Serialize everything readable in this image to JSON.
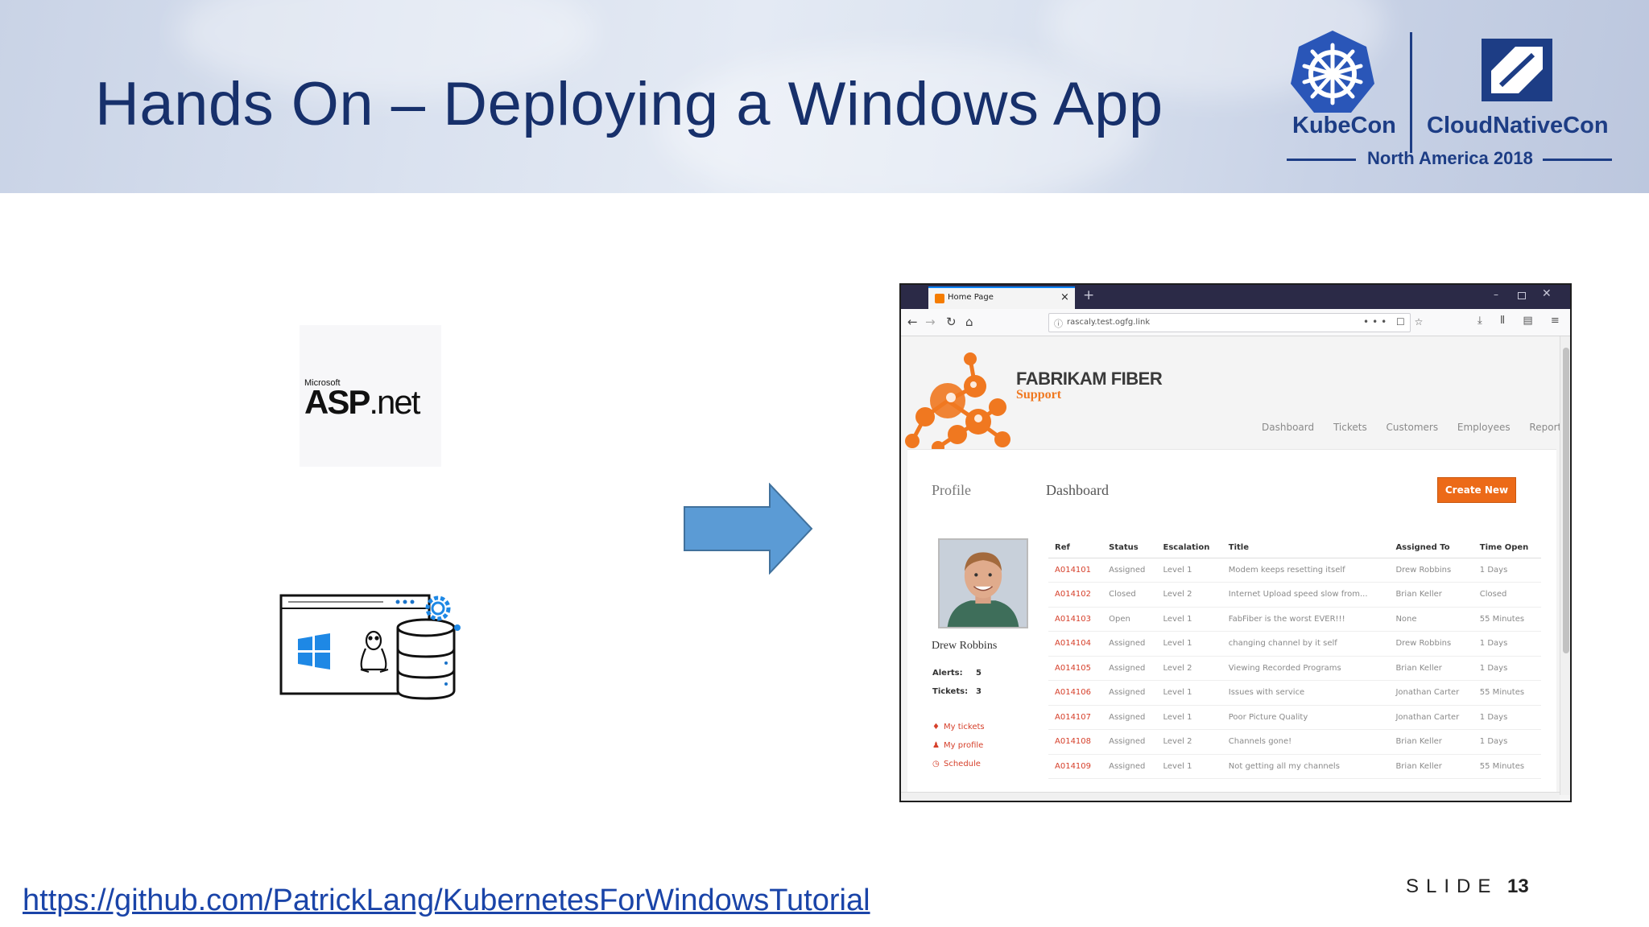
{
  "slide": {
    "title": "Hands On – Deploying a Windows App",
    "footer_link": "https://github.com/PatrickLang/KubernetesForWindowsTutorial",
    "slide_label": "SLIDE",
    "slide_number": "13"
  },
  "branding": {
    "kubecon": "KubeCon",
    "cloudnativecon": "CloudNativeCon",
    "event": "North America 2018",
    "accent_color": "#1d3d85"
  },
  "aspnet": {
    "microsoft": "Microsoft",
    "asp": "ASP",
    "net": ".net"
  },
  "icons": [
    "kubernetes-helm-icon",
    "cncf-icon",
    "windows-icon",
    "linux-tux-icon",
    "database-icon",
    "gear-icon",
    "right-arrow-icon"
  ],
  "browser": {
    "tab_title": "Home Page",
    "tab_close": "×",
    "new_tab": "+",
    "url": "rascaly.test.ogfg.link",
    "url_actions": "••• ☐ ☆",
    "toolbar_right": "⤓ Ⅱ ▤ ≡",
    "win_min": "–",
    "win_close": "✕"
  },
  "site": {
    "brand": "FABRIKAM FIBER",
    "subtitle": "Support",
    "nav": [
      "Dashboard",
      "Tickets",
      "Customers",
      "Employees",
      "Reports"
    ],
    "profile_heading": "Profile",
    "dashboard_heading": "Dashboard",
    "create_button": "Create New",
    "profile": {
      "name": "Drew Robbins",
      "alerts_label": "Alerts:",
      "alerts_value": "5",
      "tickets_label": "Tickets:",
      "tickets_value": "3",
      "links": [
        "My tickets",
        "My profile",
        "Schedule"
      ]
    },
    "table": {
      "headers": [
        "Ref",
        "Status",
        "Escalation",
        "Title",
        "Assigned To",
        "Time Open"
      ],
      "rows": [
        [
          "A014101",
          "Assigned",
          "Level 1",
          "Modem keeps resetting itself",
          "Drew Robbins",
          "1 Days"
        ],
        [
          "A014102",
          "Closed",
          "Level 2",
          "Internet Upload speed slow from...",
          "Brian Keller",
          "Closed"
        ],
        [
          "A014103",
          "Open",
          "Level 1",
          "FabFiber is the worst EVER!!!",
          "None",
          "55 Minutes"
        ],
        [
          "A014104",
          "Assigned",
          "Level 1",
          "changing channel by it self",
          "Drew Robbins",
          "1 Days"
        ],
        [
          "A014105",
          "Assigned",
          "Level 2",
          "Viewing Recorded Programs",
          "Brian Keller",
          "1 Days"
        ],
        [
          "A014106",
          "Assigned",
          "Level 1",
          "Issues with service",
          "Jonathan Carter",
          "55 Minutes"
        ],
        [
          "A014107",
          "Assigned",
          "Level 1",
          "Poor Picture Quality",
          "Jonathan Carter",
          "1 Days"
        ],
        [
          "A014108",
          "Assigned",
          "Level 2",
          "Channels gone!",
          "Brian Keller",
          "1 Days"
        ],
        [
          "A014109",
          "Assigned",
          "Level 1",
          "Not getting all my channels",
          "Brian Keller",
          "55 Minutes"
        ]
      ]
    },
    "accent_color": "#ec6a18"
  }
}
